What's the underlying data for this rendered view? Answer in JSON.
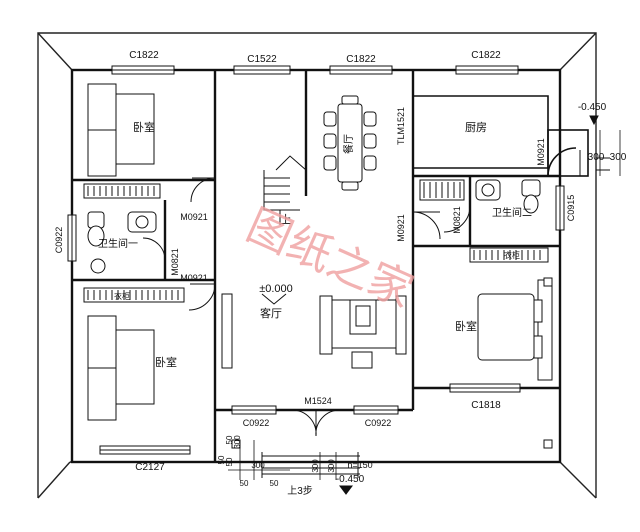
{
  "windows": {
    "top_left": "C1822",
    "top_mid": "C1522",
    "top_center": "C1822",
    "top_right": "C1822",
    "left_side": "C0922",
    "right_small": "C0915",
    "bottom_right": "C1818",
    "bottom_left": "C2127",
    "front_left": "C0922",
    "front_right": "C0922"
  },
  "doors": {
    "kitchen_opening": "TLM1521",
    "kitchen_side": "M0921",
    "bedroom1": "M0921",
    "bath1_left": "M0821",
    "bedroom2": "M0921",
    "living_right": "M0921",
    "bath2": "M0821",
    "entry": "M1524"
  },
  "rooms": {
    "bedroom_top_left": "卧室",
    "bathroom_one": "卫生间一",
    "bedroom_bottom_left": "卧室",
    "dining": "餐厅",
    "kitchen": "厨房",
    "bathroom_two": "卫生间二",
    "bedroom_right": "卧室",
    "living": "客厅"
  },
  "stair": {
    "up": "上"
  },
  "wardrobes": {
    "left_upper": "衣柜",
    "right": "衣柜"
  },
  "levels": {
    "floor": "±0.000",
    "right_step": "-0.450",
    "bottom_step": "-0.450"
  },
  "dimensions": {
    "right_300_a": "300",
    "right_300_b": "300",
    "left_50_a": "50",
    "left_300": "300",
    "left_50_b": "50",
    "left_50_c": "50",
    "bottom_300_a": "300",
    "bottom_50_a": "50",
    "bottom_50_b": "50",
    "bottom_300_b": "300",
    "bottom_300_c": "300",
    "h150": "h=150",
    "steps": "上3步"
  },
  "watermark": "图纸之家"
}
